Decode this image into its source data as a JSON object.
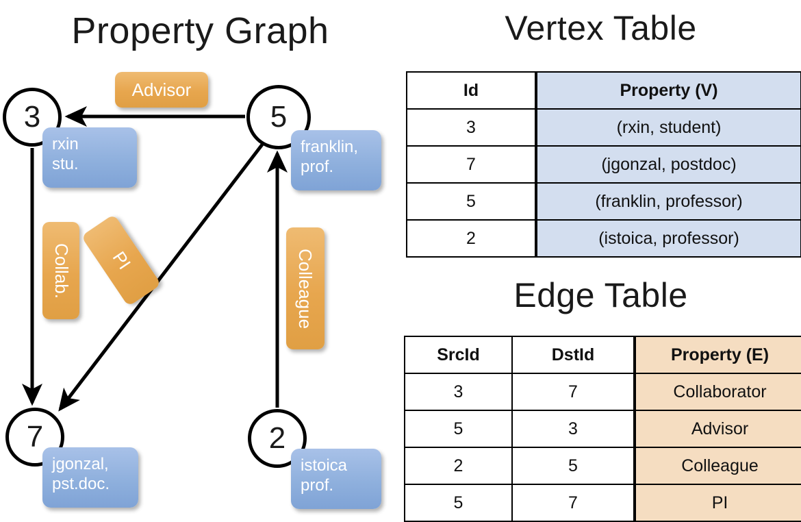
{
  "sections": {
    "graph_title": "Property Graph",
    "vertex_title": "Vertex Table",
    "edge_title": "Edge Table"
  },
  "graph": {
    "nodes": [
      {
        "id": "3",
        "property": "rxin\nstu."
      },
      {
        "id": "5",
        "property": "franklin,\nprof."
      },
      {
        "id": "7",
        "property": "jgonzal,\npst.doc."
      },
      {
        "id": "2",
        "property": "istoica\nprof."
      }
    ],
    "node_labels": {
      "n3": "3",
      "n5": "5",
      "n7": "7",
      "n2": "2"
    },
    "properties": {
      "rxin_line1": "rxin",
      "rxin_line2": "stu.",
      "franklin_line1": "franklin,",
      "franklin_line2": "prof.",
      "jgonzal_line1": "jgonzal,",
      "jgonzal_line2": "pst.doc.",
      "istoica_line1": "istoica",
      "istoica_line2": "prof."
    },
    "edge_labels": {
      "advisor": "Advisor",
      "collab": "Collab.",
      "pi": "PI",
      "colleague": "Colleague"
    },
    "edges": [
      {
        "src": "5",
        "dst": "3",
        "label": "Advisor"
      },
      {
        "src": "3",
        "dst": "7",
        "label": "Collab."
      },
      {
        "src": "5",
        "dst": "7",
        "label": "PI"
      },
      {
        "src": "2",
        "dst": "5",
        "label": "Colleague"
      }
    ]
  },
  "vertex_table": {
    "headers": [
      "Id",
      "Property (V)"
    ],
    "rows": [
      {
        "id": "3",
        "property": "(rxin, student)"
      },
      {
        "id": "7",
        "property": "(jgonzal, postdoc)"
      },
      {
        "id": "5",
        "property": "(franklin, professor)"
      },
      {
        "id": "2",
        "property": "(istoica, professor)"
      }
    ]
  },
  "edge_table": {
    "headers": [
      "SrcId",
      "DstId",
      "Property (E)"
    ],
    "rows": [
      {
        "src": "3",
        "dst": "7",
        "property": "Collaborator"
      },
      {
        "src": "5",
        "dst": "3",
        "property": "Advisor"
      },
      {
        "src": "2",
        "dst": "5",
        "property": "Colleague"
      },
      {
        "src": "5",
        "dst": "7",
        "property": "PI"
      }
    ]
  },
  "colors": {
    "node_border": "#000000",
    "vertex_property_fill": "#d3deef",
    "edge_property_fill": "#f5ddc1",
    "property_box": "#8fb0dd",
    "edge_label_box": "#e7a64e",
    "background": "#ffffff"
  }
}
